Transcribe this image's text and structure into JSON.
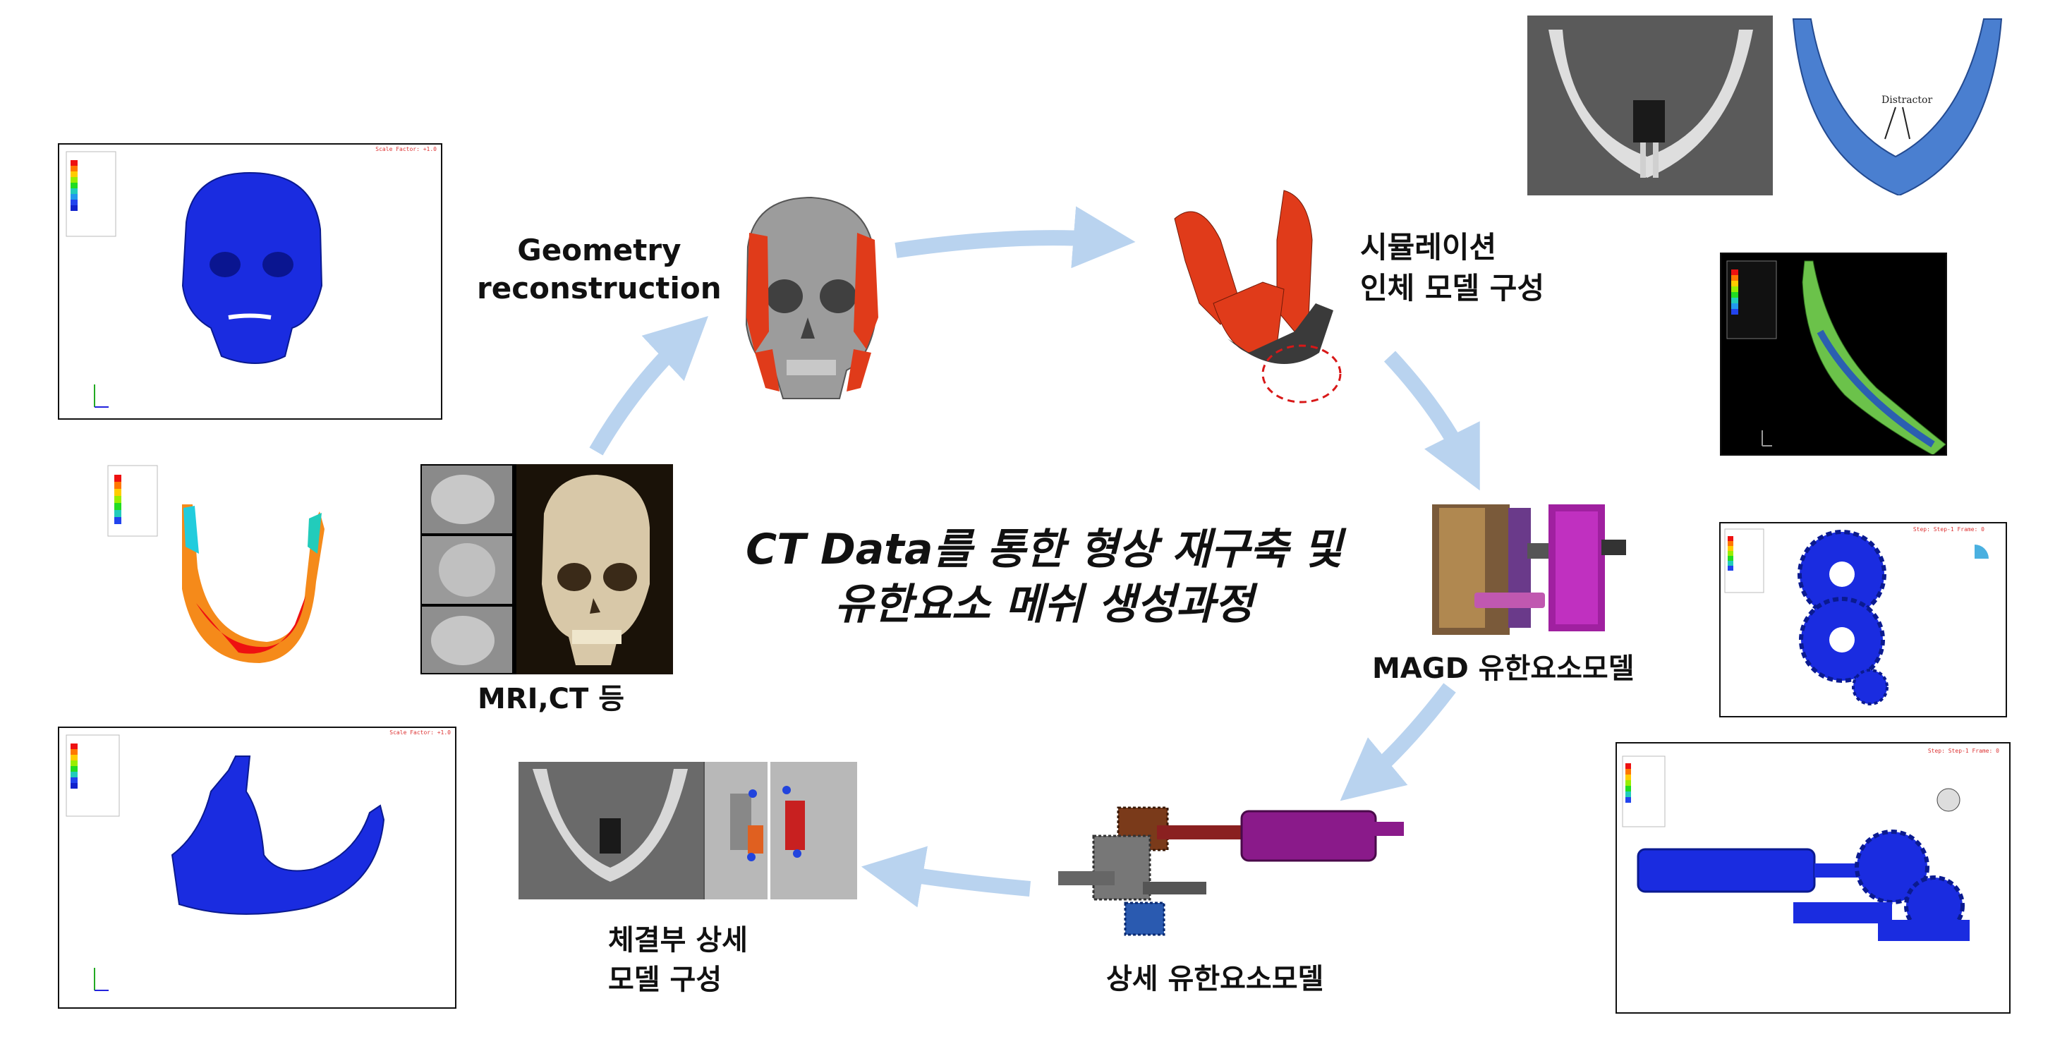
{
  "center_title": {
    "line1": "CT Data를 통한 형상 재구축 및",
    "line2": "유한요소 메쉬 생성과정"
  },
  "labels": {
    "geometry": [
      "Geometry",
      "reconstruction"
    ],
    "mri": "MRI,CT 등",
    "simulation": [
      "시뮬레이션",
      "인체 모델 구성"
    ],
    "magd": "MAGD 유한요소모델",
    "detail_fem": "상세 유한요소모델",
    "joint": [
      "체결부 상세",
      "모델 구성"
    ]
  },
  "inset_text": {
    "distractor": "Distractor"
  },
  "colors": {
    "arrow": "#b9d3ef",
    "bone_red": "#e03b1a",
    "mesh_blue": "#1a2ce0",
    "magenta": "#8a1a8a"
  }
}
